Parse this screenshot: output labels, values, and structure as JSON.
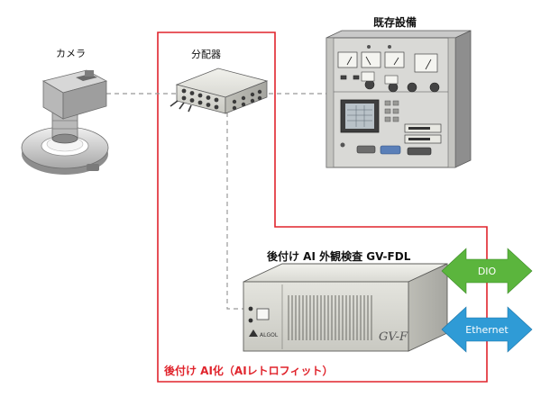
{
  "labels": {
    "camera": "カメラ",
    "splitter": "分配器",
    "existing_equipment": "既存設備",
    "product_name": "後付け AI 外観検査 GV-FDL",
    "retrofit": "後付け AI化（AIレトロフィット）"
  },
  "arrows": {
    "top": "DIO",
    "bottom": "Ethernet"
  },
  "device": {
    "front_brand": "ALGOL",
    "front_model": "GV-F"
  },
  "colors": {
    "red_frame": "#e0242c",
    "dio_green": "#5bb53d",
    "ethernet_blue": "#2f9bd6",
    "dashed_line": "#999999"
  }
}
